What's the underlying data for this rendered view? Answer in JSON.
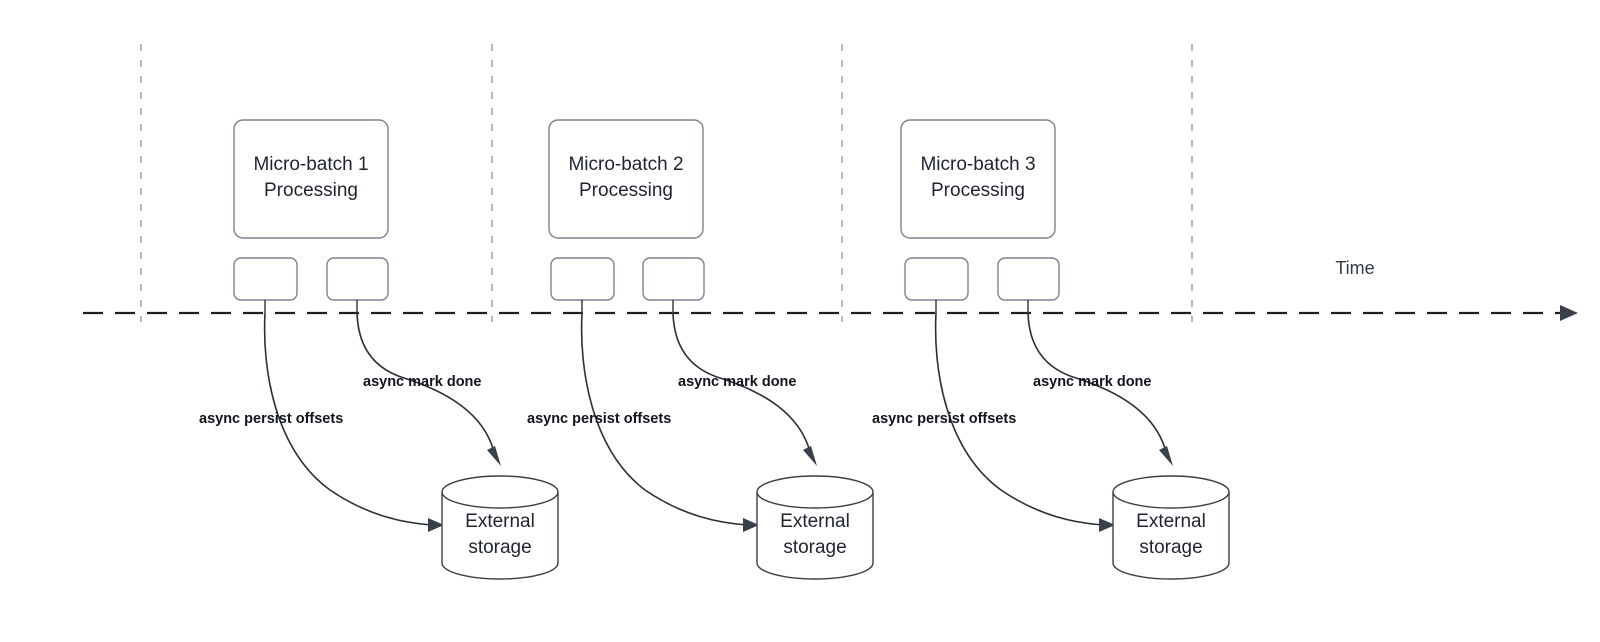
{
  "diagram": {
    "title_axis": "Time",
    "groups": [
      {
        "id": "micro-batch-1",
        "process_line1": "Micro-batch 1",
        "process_line2": "Processing",
        "task_a_label": "",
        "task_b_label": "",
        "edge_persist": "async persist offsets",
        "edge_mark": "async mark done",
        "storage_line1": "External",
        "storage_line2": "storage"
      },
      {
        "id": "micro-batch-2",
        "process_line1": "Micro-batch 2",
        "process_line2": "Processing",
        "task_a_label": "",
        "task_b_label": "",
        "edge_persist": "async persist offsets",
        "edge_mark": "async mark done",
        "storage_line1": "External",
        "storage_line2": "storage"
      },
      {
        "id": "micro-batch-3",
        "process_line1": "Micro-batch 3",
        "process_line2": "Processing",
        "task_a_label": "",
        "task_b_label": "",
        "edge_persist": "async persist offsets",
        "edge_mark": "async mark done",
        "storage_line1": "External",
        "storage_line2": "storage"
      }
    ],
    "colors": {
      "background": "#ffffff",
      "node_stroke": "#7b8290",
      "cylinder_stroke": "#3a4049",
      "tick_stroke": "#b6b8bd",
      "timeline_stroke": "#1b1f26",
      "text": "#1f2430",
      "edge_text": "#11151c"
    }
  }
}
